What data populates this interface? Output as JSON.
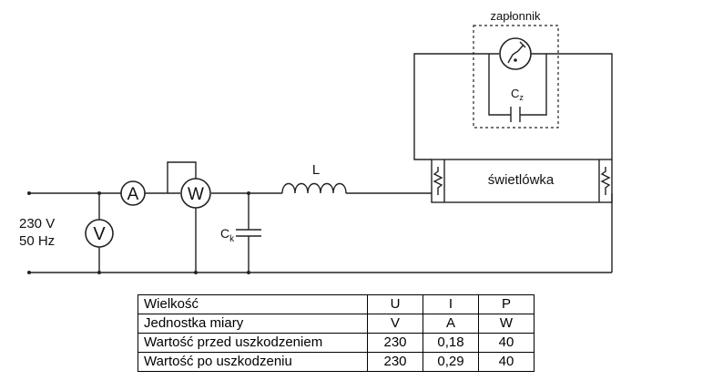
{
  "circuit": {
    "supply_voltage": "230 V",
    "supply_frequency": "50 Hz",
    "voltmeter": "V",
    "ammeter": "A",
    "wattmeter": "W",
    "capacitor_k": "C",
    "capacitor_k_sub": "k",
    "inductor": "L",
    "starter_label": "zapłonnik",
    "capacitor_z": "C",
    "capacitor_z_sub": "z",
    "lamp_label": "świetlówka"
  },
  "table": {
    "header": [
      "Wielkość",
      "U",
      "I",
      "P"
    ],
    "rows": [
      [
        "Jednostka miary",
        "V",
        "A",
        "W"
      ],
      [
        "Wartość przed uszkodzeniem",
        "230",
        "0,18",
        "40"
      ],
      [
        "Wartość po uszkodzeniu",
        "230",
        "0,29",
        "40"
      ]
    ]
  }
}
